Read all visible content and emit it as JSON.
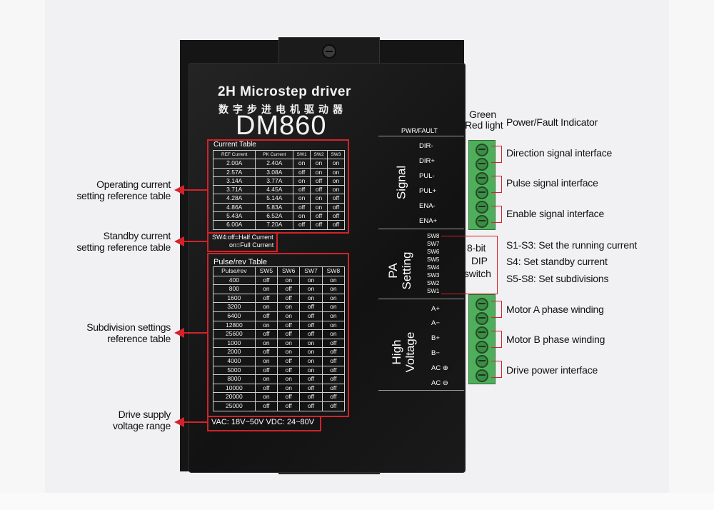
{
  "product": {
    "brand_line": "2H Microstep driver",
    "chinese_line": "数字步进电机驱动器",
    "model": "DM860"
  },
  "current_table": {
    "title": "Current Table",
    "headers": [
      "REF Current",
      "PK Current",
      "SW1",
      "SW2",
      "SW3"
    ],
    "rows": [
      [
        "2.00A",
        "2.40A",
        "on",
        "on",
        "on"
      ],
      [
        "2.57A",
        "3.08A",
        "off",
        "on",
        "on"
      ],
      [
        "3.14A",
        "3.77A",
        "on",
        "off",
        "on"
      ],
      [
        "3.71A",
        "4.45A",
        "off",
        "off",
        "on"
      ],
      [
        "4.28A",
        "5.14A",
        "on",
        "on",
        "off"
      ],
      [
        "4.86A",
        "5.83A",
        "off",
        "on",
        "off"
      ],
      [
        "5.43A",
        "6.52A",
        "on",
        "off",
        "off"
      ],
      [
        "6.00A",
        "7.20A",
        "off",
        "off",
        "off"
      ]
    ]
  },
  "standby_note": {
    "line1": "SW4:off=Half Current",
    "line2": "on=Full Current"
  },
  "pulse_table": {
    "title": "Pulse/rev Table",
    "headers": [
      "Pulse/rev",
      "SW5",
      "SW6",
      "SW7",
      "SW8"
    ],
    "rows": [
      [
        "400",
        "off",
        "on",
        "on",
        "on"
      ],
      [
        "800",
        "on",
        "off",
        "on",
        "on"
      ],
      [
        "1600",
        "off",
        "off",
        "on",
        "on"
      ],
      [
        "3200",
        "on",
        "on",
        "off",
        "on"
      ],
      [
        "6400",
        "off",
        "on",
        "off",
        "on"
      ],
      [
        "12800",
        "on",
        "off",
        "off",
        "on"
      ],
      [
        "25600",
        "off",
        "off",
        "off",
        "on"
      ],
      [
        "1000",
        "on",
        "on",
        "on",
        "off"
      ],
      [
        "2000",
        "off",
        "on",
        "on",
        "off"
      ],
      [
        "4000",
        "on",
        "off",
        "on",
        "off"
      ],
      [
        "5000",
        "off",
        "off",
        "on",
        "off"
      ],
      [
        "8000",
        "on",
        "on",
        "off",
        "off"
      ],
      [
        "10000",
        "off",
        "on",
        "off",
        "off"
      ],
      [
        "20000",
        "on",
        "off",
        "off",
        "off"
      ],
      [
        "25000",
        "off",
        "off",
        "off",
        "off"
      ]
    ]
  },
  "supply_range": "VAC: 18V~50V  VDC: 24~80V",
  "panel_right": {
    "pwr_fault": "PWR/FAULT",
    "signal_label": "Signal",
    "signal_pins": [
      "DIR-",
      "DIR+",
      "PUL-",
      "PUL+",
      "ENA-",
      "ENA+"
    ],
    "pa_label_1": "PA",
    "pa_label_2": "Setting",
    "sw_labels": [
      "SW8",
      "SW7",
      "SW6",
      "SW5",
      "SW4",
      "SW3",
      "SW2",
      "SW1"
    ],
    "hv_label_1": "High",
    "hv_label_2": "Voltage",
    "hv_pins": [
      "A+",
      "A−",
      "B+",
      "B−",
      "AC ⊕",
      "AC ⊖"
    ]
  },
  "left_callouts": {
    "operating": [
      "Operating current",
      "setting reference table"
    ],
    "standby": [
      "Standby current",
      "setting reference table"
    ],
    "subdivision": [
      "Subdivision settings",
      "reference table"
    ],
    "supply": [
      "Drive supply",
      "voltage range"
    ]
  },
  "right_callouts": {
    "led_color_1": "Green",
    "led_color_2": "Red light",
    "power_fault": "Power/Fault Indicator",
    "direction": "Direction signal interface",
    "pulse": "Pulse signal interface",
    "enable": "Enable signal interface",
    "dip_1": "8-bit",
    "dip_2": "DIP",
    "dip_3": "switch",
    "s1s3": "S1-S3: Set the running current",
    "s4": "S4: Set standby current",
    "s5s8": "S5-S8: Set subdivisions",
    "motor_a": "Motor A phase winding",
    "motor_b": "Motor B phase winding",
    "drive_power": "Drive power interface"
  },
  "colors": {
    "accent_red": "#d3222a",
    "terminal_green": "#4fae5b",
    "device_black": "#151515"
  }
}
